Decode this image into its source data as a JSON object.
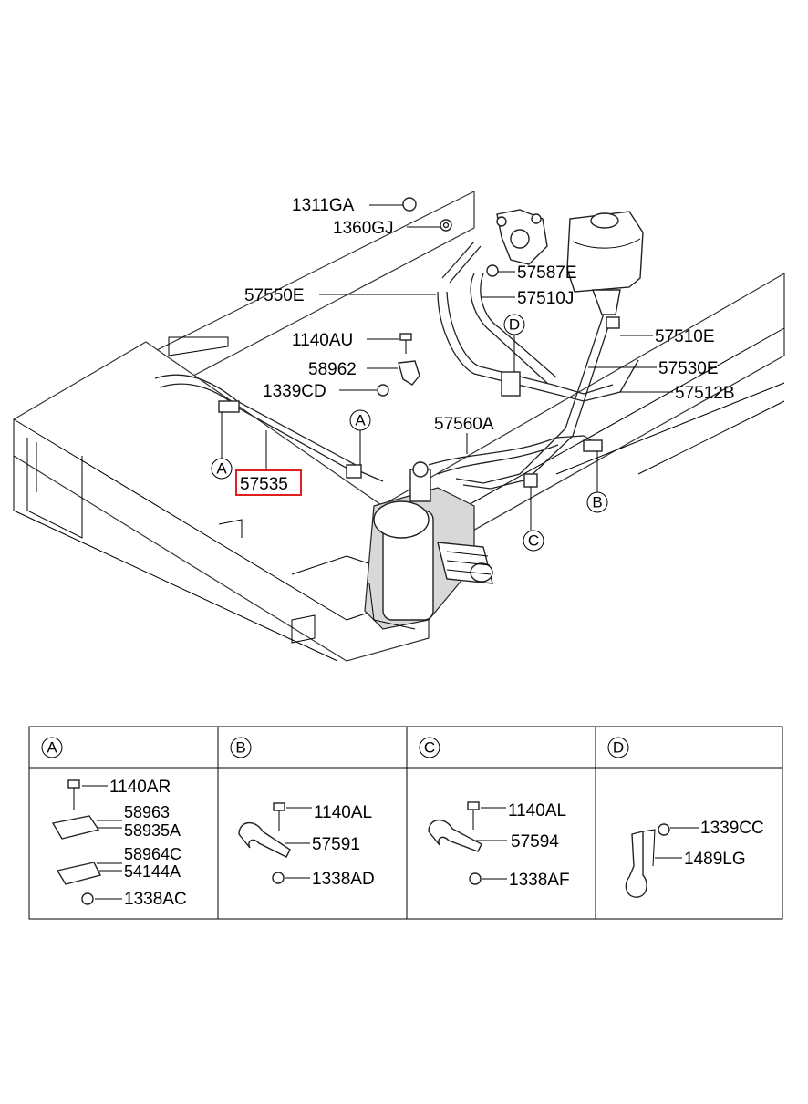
{
  "callouts": {
    "p1311GA": "1311GA",
    "p1360GJ": "1360GJ",
    "p57550E": "57550E",
    "p57587E": "57587E",
    "p57510J": "57510J",
    "p1140AU": "1140AU",
    "p58962": "58962",
    "p1339CD": "1339CD",
    "p57510E": "57510E",
    "p57530E": "57530E",
    "p57512B": "57512B",
    "p57560A": "57560A",
    "p57535": "57535"
  },
  "markers": {
    "A": "A",
    "B": "B",
    "C": "C",
    "D": "D"
  },
  "legend": {
    "A": {
      "letter": "A",
      "parts": [
        "1140AR",
        "58963",
        "58935A",
        "58964C",
        "54144A",
        "1338AC"
      ]
    },
    "B": {
      "letter": "B",
      "parts": [
        "1140AL",
        "57591",
        "1338AD"
      ]
    },
    "C": {
      "letter": "C",
      "parts": [
        "1140AL",
        "57594",
        "1338AF"
      ]
    },
    "D": {
      "letter": "D",
      "parts": [
        "1339CC",
        "1489LG"
      ]
    }
  },
  "highlight_color": "#e0201f"
}
